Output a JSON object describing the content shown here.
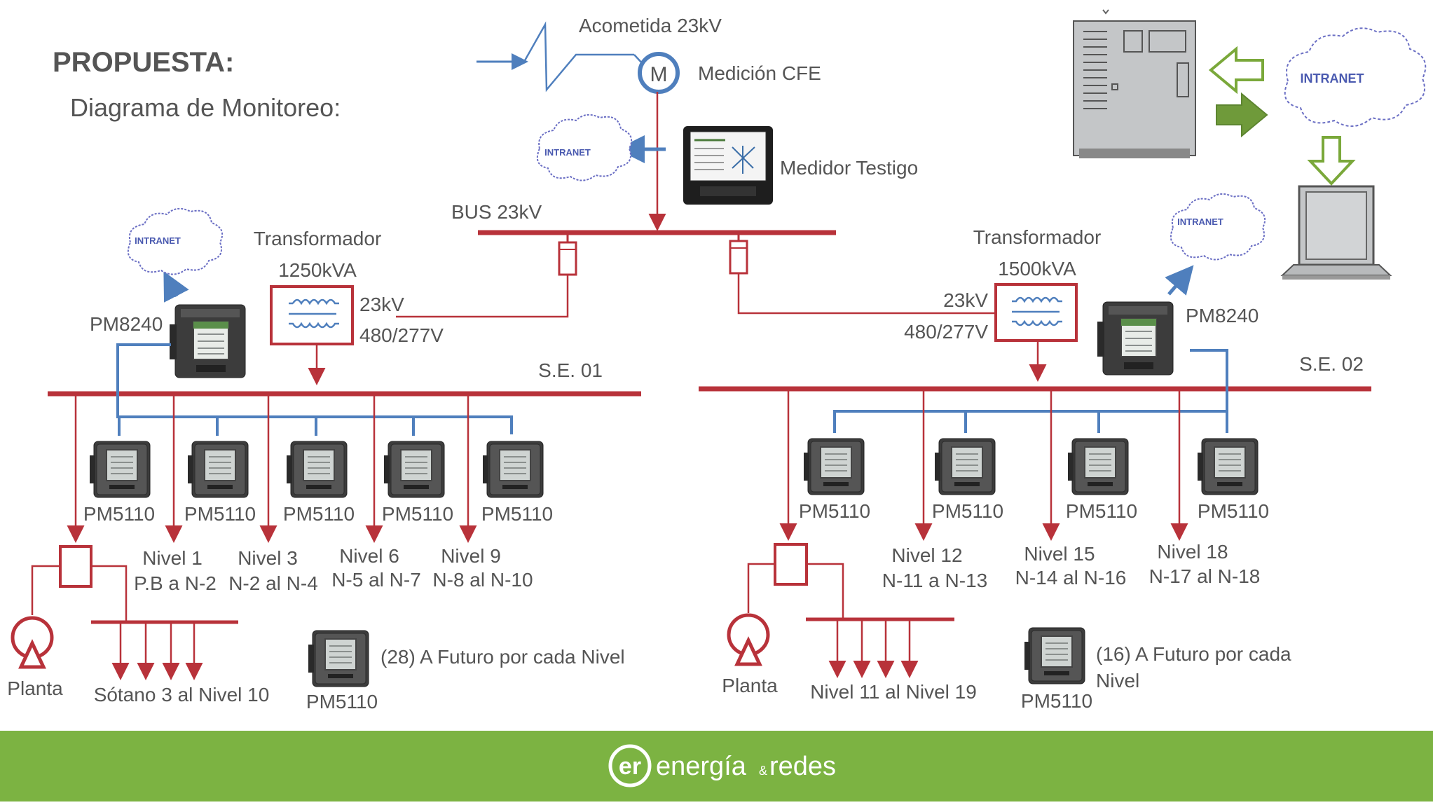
{
  "title": "PROPUESTA:",
  "subtitle": "Diagrama de Monitoreo:",
  "top": {
    "acometida": "Acometida 23kV",
    "meter_symbol": "M",
    "medicion": "Medición CFE",
    "medidor_testigo": "Medidor Testigo",
    "bus": "BUS 23kV",
    "intranet": "INTRANET"
  },
  "se01": {
    "label": "S.E. 01",
    "transformer_title": "Transformador",
    "transformer_rating": "1250kVA",
    "primary": "23kV",
    "secondary": "480/277V",
    "main_meter": "PM8240",
    "intranet": "INTRANET",
    "meters": [
      "PM5110",
      "PM5110",
      "PM5110",
      "PM5110",
      "PM5110"
    ],
    "feeders": [
      {
        "line1": "Nivel 1",
        "line2": "P.B a N-2"
      },
      {
        "line1": "Nivel 3",
        "line2": "N-2 al N-4"
      },
      {
        "line1": "Nivel 6",
        "line2": "N-5 al N-7"
      },
      {
        "line1": "Nivel 9",
        "line2": "N-8 al N-10"
      }
    ],
    "plant": "Planta",
    "sub_bus": "Sótano 3 al Nivel 10",
    "future_text": "(28) A Futuro por cada Nivel",
    "future_meter": "PM5110"
  },
  "se02": {
    "label": "S.E. 02",
    "transformer_title": "Transformador",
    "transformer_rating": "1500kVA",
    "primary": "23kV",
    "secondary": "480/277V",
    "main_meter": "PM8240",
    "intranet": "INTRANET",
    "meters": [
      "PM5110",
      "PM5110",
      "PM5110",
      "PM5110"
    ],
    "feeders": [
      {
        "line1": "Nivel 12",
        "line2": "N-11 a N-13"
      },
      {
        "line1": "Nivel 15",
        "line2": "N-14 al N-16"
      },
      {
        "line1": "Nivel 18",
        "line2": "N-17 al N-18"
      }
    ],
    "plant": "Planta",
    "sub_bus": "Nivel 11 al Nivel 19",
    "future_text_1": "(16) A Futuro por cada",
    "future_text_2": "Nivel",
    "future_meter": "PM5110"
  },
  "corner": {
    "intranet": "INTRANET"
  },
  "footer": {
    "logo_mark": "er",
    "brand_1": "energía",
    "brand_amp": "&",
    "brand_2": "redes",
    "color": "#7cb342"
  },
  "colors": {
    "power": "#b8323a",
    "comm": "#4f7fbd",
    "text": "#555555",
    "arrow_green": "#7aa83a"
  }
}
